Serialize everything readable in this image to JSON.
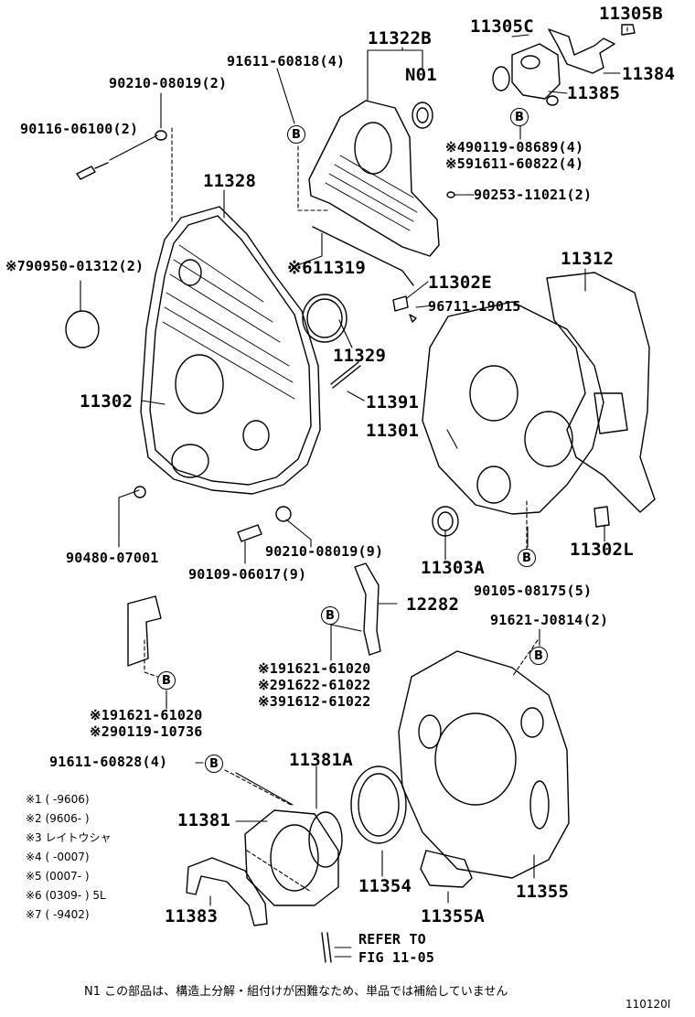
{
  "ref_symbol": "B",
  "labels": {
    "p11305B": "11305B",
    "p11305C": "11305C",
    "p11384": "11384",
    "p11385": "11385",
    "p11322B": "11322B",
    "pN01": "N01",
    "p91611_60818": "91611-60818(4)",
    "p90210_08019_2": "90210-08019(2)",
    "p90116": "90116-06100(2)",
    "p90119_08689": "※490119-08689(4)",
    "p91611_60822": "※591611-60822(4)",
    "p90253": "90253-11021(2)",
    "p11328": "11328",
    "p90950": "※790950-01312(2)",
    "p11319": "※611319",
    "p11302E": "11302E",
    "p96711": "96711-19015",
    "p11312": "11312",
    "p11329": "11329",
    "p11302": "11302",
    "p11391": "11391",
    "p11301": "11301",
    "p90480": "90480-07001",
    "p90210_08019_9": "90210-08019(9)",
    "p90109": "90109-06017(9)",
    "p11303A": "11303A",
    "p90105": "90105-08175(5)",
    "p11302L": "11302L",
    "p12282": "12282",
    "p91621_J0814": "91621-J0814(2)",
    "p91621_61020_a": "※191621-61020",
    "p91622_61022": "※291622-61022",
    "p91612_61022": "※391612-61022",
    "p91621_61020_b": "※191621-61020",
    "p90119_10736": "※290119-10736",
    "p91611_60828": "91611-60828(4)",
    "p11381A": "11381A",
    "p11381": "11381",
    "p11354": "11354",
    "p11355": "11355",
    "p11383": "11383",
    "p11355A": "11355A",
    "refer1": "REFER TO",
    "refer2": "FIG 11-05"
  },
  "notes": [
    "※1 (     -9606)",
    "※2 (9606-      )",
    "※3 レイトウシャ",
    "※4 (     -0007)",
    "※5 (0007-      )",
    "※6 (0309-      ) 5L",
    "※7 (     -9402)"
  ],
  "footer_note": "N1  この部品は、構造上分解・組付けが困難なため、単品では補給していません",
  "figure_id": "110120I"
}
